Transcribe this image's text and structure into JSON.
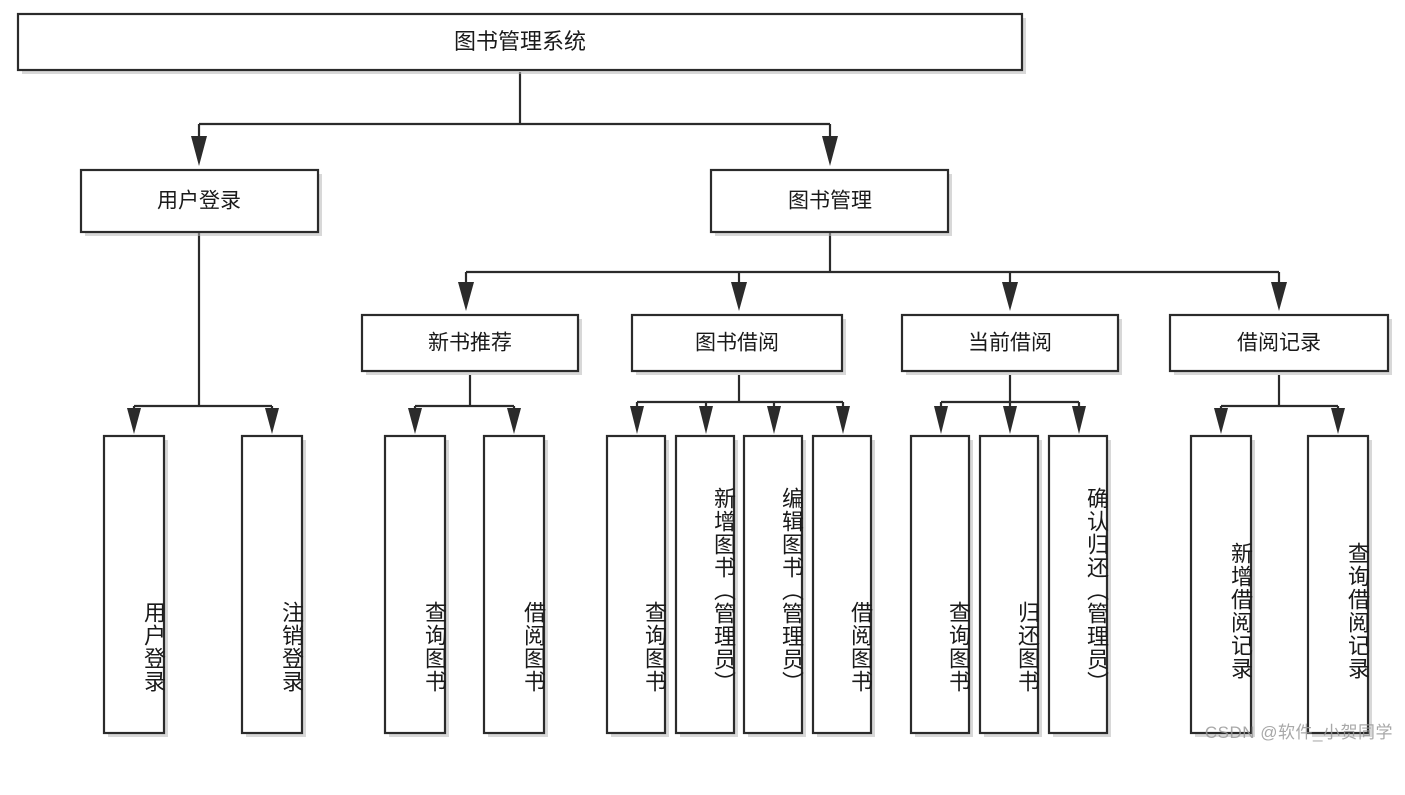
{
  "diagram": {
    "title": "图书管理系统",
    "watermark": "CSDN @软件_小贺同学",
    "type": "tree-hierarchy",
    "orientation": "top-down",
    "colors": {
      "box_fill": "#ffffff",
      "box_stroke": "#2b2b2b",
      "text": "#1a1a1a",
      "background": "#ffffff",
      "watermark": "#9a9a9a"
    },
    "root": {
      "label": "图书管理系统",
      "level": 0
    },
    "level1": [
      {
        "label": "用户登录"
      },
      {
        "label": "图书管理"
      }
    ],
    "level2": [
      {
        "label": "新书推荐"
      },
      {
        "label": "图书借阅"
      },
      {
        "label": "当前借阅"
      },
      {
        "label": "借阅记录"
      }
    ],
    "leaves": {
      "user_login": [
        {
          "label": "用户登录"
        },
        {
          "label": "注销登录"
        }
      ],
      "new_book_recommend": [
        {
          "label": "查询图书"
        },
        {
          "label": "借阅图书"
        }
      ],
      "book_borrow": [
        {
          "label": "查询图书"
        },
        {
          "label": "新增图书（管理员）"
        },
        {
          "label": "编辑图书（管理员）"
        },
        {
          "label": "借阅图书"
        }
      ],
      "current_borrow": [
        {
          "label": "查询图书"
        },
        {
          "label": "归还图书"
        },
        {
          "label": "确认归还（管理员）"
        }
      ],
      "borrow_records": [
        {
          "label": "新增借阅记录"
        },
        {
          "label": "查询借阅记录"
        }
      ]
    }
  }
}
